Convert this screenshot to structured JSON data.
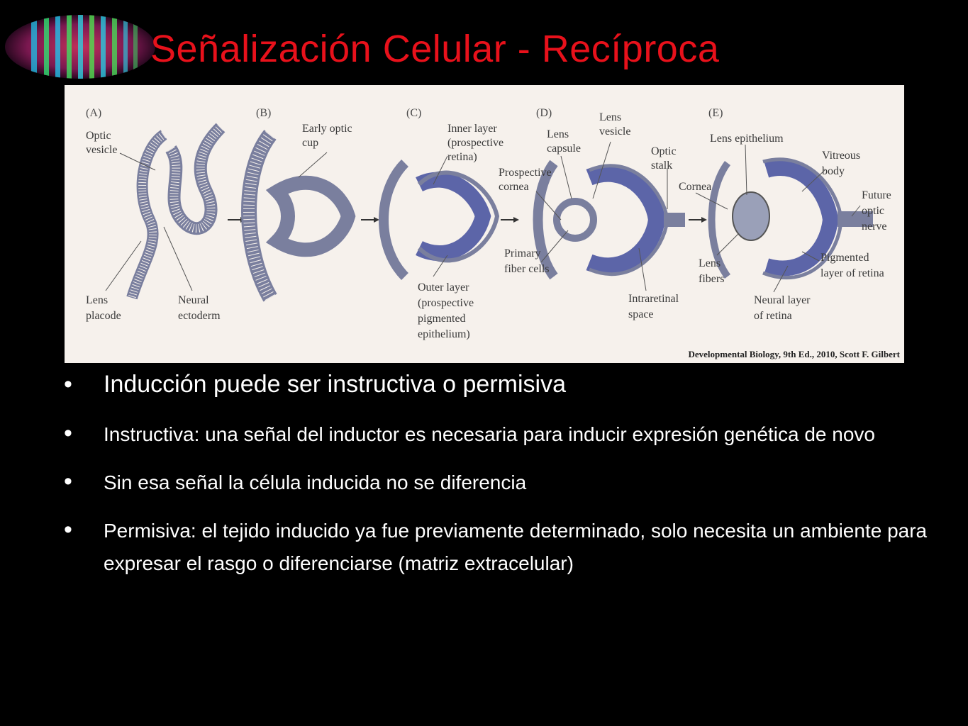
{
  "slide": {
    "title": "Señalización Celular - Recíproca",
    "title_color": "#e8111b",
    "background": "#000000"
  },
  "logo": {
    "icon": "embryo-stripes-logo"
  },
  "figure": {
    "panels": [
      "(A)",
      "(B)",
      "(C)",
      "(D)",
      "(E)"
    ],
    "labels": {
      "optic_vesicle": [
        "Optic",
        "vesicle"
      ],
      "lens_placode": [
        "Lens",
        "placode"
      ],
      "neural_ectoderm": [
        "Neural",
        "ectoderm"
      ],
      "early_optic_cup": [
        "Early optic",
        "cup"
      ],
      "inner_layer": [
        "Inner layer",
        "(prospective",
        "retina)"
      ],
      "outer_layer": [
        "Outer layer",
        "(prospective",
        "pigmented",
        "epithelium)"
      ],
      "lens_capsule": [
        "Lens",
        "capsule"
      ],
      "lens_vesicle": [
        "Lens",
        "vesicle"
      ],
      "prospective_cornea": [
        "Prospective",
        "cornea"
      ],
      "optic_stalk": [
        "Optic",
        "stalk"
      ],
      "primary_fiber_cells": [
        "Primary",
        "fiber cells"
      ],
      "intraretinal_space": [
        "Intraretinal",
        "space"
      ],
      "lens_epithelium": [
        "Lens epithelium"
      ],
      "vitreous_body": [
        "Vitreous",
        "body"
      ],
      "cornea": [
        "Cornea"
      ],
      "future_optic_nerve": [
        "Future",
        "optic",
        "nerve"
      ],
      "lens_fibers": [
        "Lens",
        "fibers"
      ],
      "pigmented_layer": [
        "Pigmented",
        "layer of retina"
      ],
      "neural_layer": [
        "Neural layer",
        "of retina"
      ]
    },
    "credit": "Developmental Biology, 9th Ed., 2010, Scott F. Gilbert",
    "colors": {
      "background": "#f6f1ec",
      "tissue": "#7a7f9e",
      "retina": "#5c65a8",
      "line": "#3a3a3a"
    }
  },
  "bullets": [
    {
      "text": "Inducción puede ser instructiva o permisiva"
    },
    {
      "text": "Instructiva: una señal del inductor es necesaria para inducir expresión genética de novo"
    },
    {
      "text": "Sin esa señal la célula inducida no se diferencia"
    },
    {
      "text": "Permisiva: el tejido inducido ya fue previamente determinado, solo necesita un ambiente para expresar el rasgo o diferenciarse (matriz extracelular)"
    }
  ],
  "bullet_symbol": "•"
}
